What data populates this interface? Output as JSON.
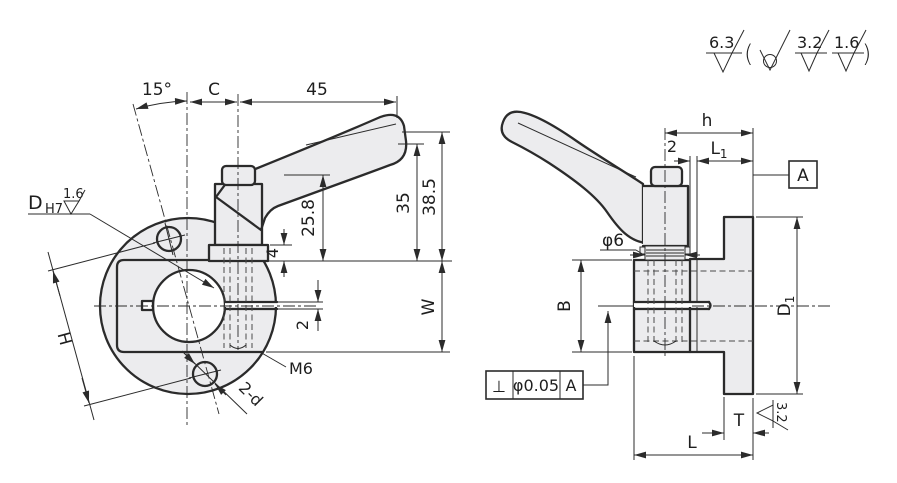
{
  "surface_finish": {
    "primary": "6.3",
    "paren_open": "(",
    "secondary_1": "3.2",
    "secondary_2": "1.6",
    "paren_close": ")"
  },
  "front_view": {
    "angle": "15°",
    "c": "C",
    "len_45": "45",
    "bore_d": "D",
    "bore_fit": "H7",
    "bore_finish": "1.6",
    "dim_25_8": "25.8",
    "dim_4": "4",
    "dim_35": "35",
    "dim_38_5": "38.5",
    "w": "W",
    "slit_2": "2",
    "h": "H",
    "m6": "M6",
    "holes": "2-d"
  },
  "side_view": {
    "h": "h",
    "dim_2": "2",
    "l1_main": "L",
    "l1_sub": "1",
    "datum": "A",
    "phi6": "φ6",
    "b": "B",
    "d1_main": "D",
    "d1_sub": "1",
    "tol_symbol": "⊥",
    "tol_value": "φ0.05",
    "tol_datum": "A",
    "t": "T",
    "t_finish": "3.2",
    "l": "L"
  }
}
